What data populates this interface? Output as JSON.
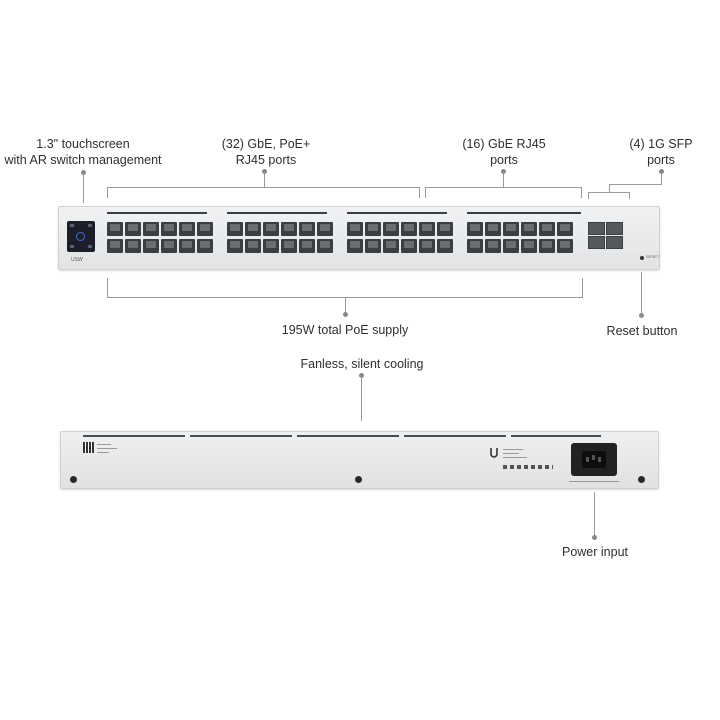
{
  "labels": {
    "touchscreen": "1.3\" touchscreen\nwith AR switch management",
    "poe_ports": "(32) GbE, PoE+\nRJ45 ports",
    "rj45_ports": "(16) GbE RJ45\nports",
    "sfp_ports": "(4) 1G SFP\nports",
    "poe_supply": "195W total PoE supply",
    "reset_button": "Reset button",
    "fanless": "Fanless, silent cooling",
    "power_input": "Power input"
  },
  "device": {
    "front_badge": "USW",
    "reset_text": "RESET"
  },
  "colors": {
    "panel": "#e6e8ea",
    "port": "#3b3e42",
    "screen": "#1c1f2a",
    "accent": "#3a6fd6"
  }
}
